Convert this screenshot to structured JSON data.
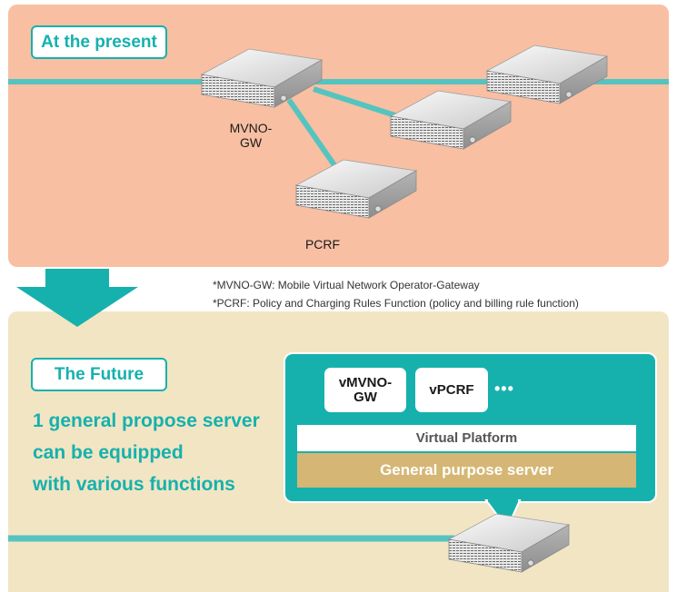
{
  "present": {
    "tag": "At the present",
    "mvno_label_line1": "MVNO-",
    "mvno_label_line2": "GW",
    "pcrf_label": "PCRF"
  },
  "notes": [
    "*MVNO-GW: Mobile Virtual Network Operator-Gateway",
    "*PCRF: Policy and Charging Rules Function (policy and billing rule function)"
  ],
  "future": {
    "tag": "The Future",
    "tagline": [
      "1 general propose server",
      "can be equipped",
      "with various functions"
    ],
    "functions": {
      "vmvno_line1": "vMVNO-",
      "vmvno_line2": "GW",
      "vpcrf": "vPCRF",
      "more": "•••"
    },
    "virtual_platform": "Virtual Platform",
    "general_server": "General purpose server"
  },
  "colors": {
    "accent": "#16b1ad",
    "present_bg": "#f8bfa2",
    "future_bg": "#f2e5c4",
    "link": "#55c4c0",
    "server_layer": "#d5b674"
  }
}
